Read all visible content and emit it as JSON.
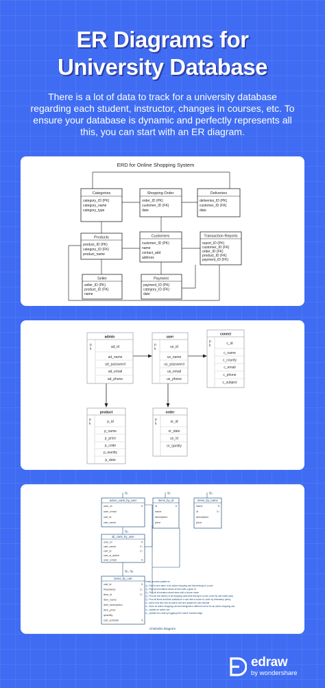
{
  "header": {
    "title_line1": "ER Diagrams for",
    "title_line2": "University Database",
    "subtitle": "There is a lot of data to track for a university database regarding each student, instructor, changes in courses, etc. To ensure your database is dynamic and perfectly represents all this, you can start with an ER diagram."
  },
  "diagram1": {
    "title": "ERD for Online Shopping System",
    "entities": {
      "categories": {
        "name": "Categories",
        "fields": [
          "category_ID (PK)",
          "category_name",
          "category_type"
        ]
      },
      "shopping_order": {
        "name": "Shopping Order",
        "fields": [
          "order_ID (PK)",
          "customer_ID (FK)",
          "date"
        ]
      },
      "deliveries": {
        "name": "Deliveries",
        "fields": [
          "deliveries_ID (PK)",
          "customer_ID (FK)",
          "date"
        ]
      },
      "products": {
        "name": "Products",
        "fields": [
          "product_ID (PK)",
          "category_ID (FK)",
          "product_name"
        ]
      },
      "customers": {
        "name": "Customers",
        "fields": [
          "customer_ID (PK)",
          "name",
          "contact_add",
          "address"
        ]
      },
      "transaction_reports": {
        "name": "Transaction Reports",
        "fields": [
          "report_ID (PK)",
          "customer_ID (FK)",
          "order_ID (FK)",
          "product_ID (FK)",
          "payment_ID (FK)"
        ]
      },
      "seller": {
        "name": "Seller",
        "fields": [
          "seller_ID (PK)",
          "product_ID (FK)",
          "name"
        ]
      },
      "payment": {
        "name": "Payment",
        "fields": [
          "payment_ID (PK)",
          "category_ID (FK)",
          "date"
        ]
      }
    }
  },
  "diagram2": {
    "admin": {
      "name": "admin",
      "keys": [
        "p",
        "k"
      ],
      "fields": [
        "ad_id",
        "ad_name",
        "ad_password",
        "ad_email",
        "ad_phone"
      ]
    },
    "user": {
      "name": "user",
      "keys": [
        "p",
        "k"
      ],
      "fields": [
        "us_id",
        "us_name",
        "us_password",
        "us_email",
        "us_phone"
      ]
    },
    "conect": {
      "name": "conect",
      "keys": [
        "p",
        "k"
      ],
      "fields": [
        "c_id",
        "c_name",
        "c_county",
        "c_email",
        "c_phone",
        "c_subject"
      ]
    },
    "product": {
      "name": "product",
      "keys": [
        "p",
        "k"
      ],
      "fields": [
        "p_id",
        "p_name",
        "p_price",
        "p_code",
        "p_wantty",
        "p_date"
      ]
    },
    "order": {
      "name": "order",
      "keys": [
        "p",
        "k"
      ],
      "fields": [
        "or_id",
        "or_date",
        "us_id",
        "or_qantity"
      ]
    }
  },
  "diagram3": {
    "caption": "Chebotko Diagram",
    "q1": "Q₁",
    "q2": "Q₂",
    "q3": "Q₃",
    "q4": "Q₄",
    "q5": "Q₅, Q₆",
    "active_carts": {
      "name": "active_carts_by_user",
      "rows": [
        [
          "user_id",
          "K"
        ],
        [
          "user_email",
          ""
        ],
        [
          "cart_id",
          ""
        ],
        [
          "cart_name",
          ""
        ]
      ]
    },
    "items_by_id": {
      "name": "items_by_id",
      "rows": [
        [
          "id",
          "K"
        ],
        [
          "name",
          ""
        ],
        [
          "description",
          ""
        ],
        [
          "price",
          ""
        ]
      ]
    },
    "items_by_name": {
      "name": "items_by_name",
      "rows": [
        [
          "name",
          "K"
        ],
        [
          "id",
          "C↑"
        ],
        [
          "description",
          ""
        ],
        [
          "price",
          ""
        ]
      ]
    },
    "all_carts": {
      "name": "all_carts_by_user",
      "rows": [
        [
          "user_id",
          "K"
        ],
        [
          "cart_name",
          "C↑"
        ],
        [
          "cart_id",
          "C↑"
        ],
        [
          "cart_is_active",
          ""
        ],
        [
          "user_email",
          "S"
        ]
      ]
    },
    "items_by_cart": {
      "name": "items_by_cart",
      "rows": [
        [
          "cart_id",
          "K"
        ],
        [
          "timestamp",
          "C↓"
        ],
        [
          "item_id",
          "C↑"
        ],
        [
          "item_name",
          ""
        ],
        [
          "item_description",
          ""
        ],
        [
          "item_price",
          ""
        ],
        [
          "quantity",
          ""
        ],
        [
          "cart_subtotal",
          "S"
        ]
      ]
    },
    "patterns_title": "Data access patterns",
    "patterns": [
      "Q₁: Find id and name of an active shopping cart that belongs to a user",
      "Q₂: Find all information about an item with a given id",
      "Q₃: Find all information about items with a known name",
      "Q₄: Find all cart names of all shopping carts that belong to a user; order by cart name (asc)",
      "Q₅: Find all items and their subtotal for a cart with a known id; order by timestamp (desc)",
      "U₁: Add a new item into an active cart and update the cart subtotal",
      "U₂: Store an active shopping cart and designate a different cart to be an active shopping cart",
      "U₃: Update an active cart",
      "U₄: Update two carts by toggling their 'active' boolean flags"
    ]
  },
  "footer": {
    "brand": "edraw",
    "brand_sub": "by wondershare"
  },
  "colors": {
    "background": "#3f6cf2",
    "accent_blue": "#1f4e79",
    "card": "#ffffff"
  }
}
